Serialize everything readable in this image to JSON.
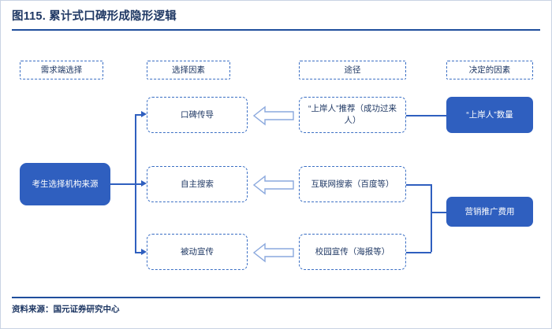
{
  "title": "图115. 累计式口碑形成隐形逻辑",
  "footer": "资料来源：国元证券研究中心",
  "colors": {
    "brand_blue": "#2f5fbf",
    "title_navy": "#1f3864",
    "rule_blue": "#1f4e9c",
    "dashed_border": "#3b6fc4"
  },
  "headers": [
    {
      "label": "需求端选择"
    },
    {
      "label": "选择因素"
    },
    {
      "label": "途径"
    },
    {
      "label": "决定的因素"
    }
  ],
  "source_node": {
    "label": "考生选择机构来源"
  },
  "factors": [
    {
      "label": "口碑传导"
    },
    {
      "label": "自主搜索"
    },
    {
      "label": "被动宣传"
    }
  ],
  "channels": [
    {
      "label": "“上岸人”推荐（成功过来人）"
    },
    {
      "label": "互联网搜索（百度等）"
    },
    {
      "label": "校园宣传（海报等）"
    }
  ],
  "determinants": [
    {
      "label": "“上岸人”数量"
    },
    {
      "label": "营销推广费用"
    }
  ],
  "icons": {
    "arrow": "left-block-arrow"
  }
}
